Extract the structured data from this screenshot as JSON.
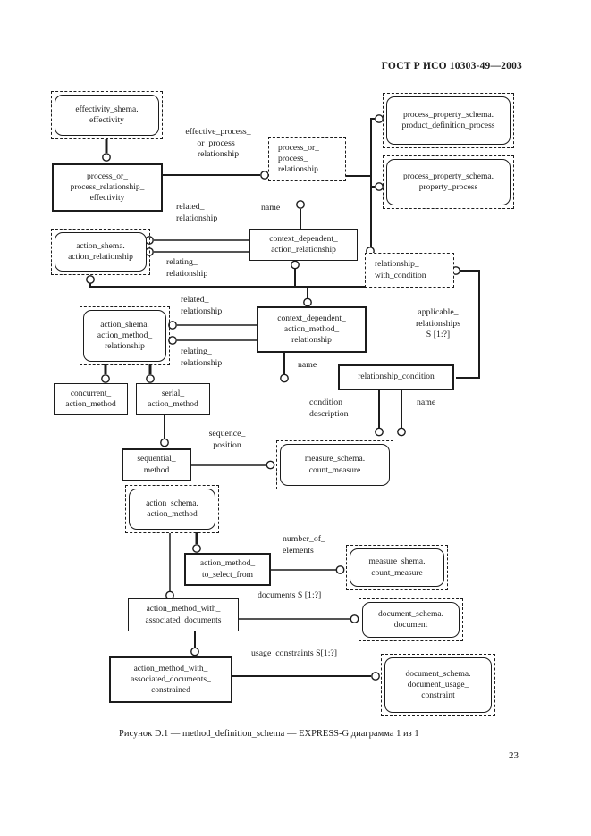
{
  "page": {
    "header": "ГОСТ Р ИСО 10303-49—2003",
    "caption": "Рисунок D.1 — method_definition_schema — EXPRESS-G диаграмма 1 из 1",
    "page_number": "23"
  },
  "colors": {
    "ink": "#1c1c1c",
    "background": "#ffffff"
  },
  "diagram": {
    "nodes": [
      {
        "id": "effectivity",
        "type": "schema-ref",
        "label": "effectivity_shema.\neffectivity"
      },
      {
        "id": "product_definition_process",
        "type": "schema-ref",
        "label": "process_property_schema.\nproduct_definition_process"
      },
      {
        "id": "property_process",
        "type": "schema-ref",
        "label": "process_property_schema.\nproperty_process"
      },
      {
        "id": "process_or_process_relationship",
        "type": "page-ref",
        "label": "process_or_\nprocess_\nrelationship"
      },
      {
        "id": "process_or_process_relationship_effectivity",
        "type": "entity",
        "label": "process_or_\nprocess_relationship_\neffectivity"
      },
      {
        "id": "action_relationship",
        "type": "schema-ref",
        "label": "action_shema.\naction_relationship"
      },
      {
        "id": "context_dependent_action_relationship",
        "type": "entity",
        "label": "context_dependent_\naction_relationship"
      },
      {
        "id": "relationship_with_condition",
        "type": "page-ref",
        "label": "relationship_\nwith_condition"
      },
      {
        "id": "action_method_relationship",
        "type": "schema-ref",
        "label": "action_shema.\naction_method_\nrelationship"
      },
      {
        "id": "context_dependent_action_method_relationship",
        "type": "entity",
        "label": "context_dependent_\naction_method_\nrelationship"
      },
      {
        "id": "relationship_condition",
        "type": "entity",
        "label": "relationship_condition"
      },
      {
        "id": "concurrent_action_method",
        "type": "entity",
        "label": "concurrent_\naction_method"
      },
      {
        "id": "serial_action_method",
        "type": "entity",
        "label": "serial_\naction_method"
      },
      {
        "id": "sequential_method",
        "type": "entity",
        "label": "sequential_\nmethod"
      },
      {
        "id": "measure_count_measure_1",
        "type": "schema-ref",
        "label": "measure_schema.\ncount_measure"
      },
      {
        "id": "action_method",
        "type": "schema-ref",
        "label": "action_schema.\naction_method"
      },
      {
        "id": "action_method_to_select_from",
        "type": "entity",
        "label": "action_method_\nto_select_from"
      },
      {
        "id": "measure_count_measure_2",
        "type": "schema-ref",
        "label": "measure_shema.\ncount_measure"
      },
      {
        "id": "action_method_with_associated_documents",
        "type": "entity",
        "label": "action_method_with_\nassociated_documents"
      },
      {
        "id": "document",
        "type": "schema-ref",
        "label": "document_schema.\ndocument"
      },
      {
        "id": "action_method_with_associated_documents_constrained",
        "type": "entity",
        "label": "action_method_with_\nassociated_documents_\nconstrained"
      },
      {
        "id": "document_usage_constraint",
        "type": "schema-ref",
        "label": "document_schema.\ndocument_usage_\nconstraint"
      }
    ],
    "edge_labels": [
      {
        "id": "effective_process_or_process_relationship",
        "text": "effective_process_\nor_process_\nrelationship"
      },
      {
        "id": "related_relationship_1",
        "text": "related_\nrelationship"
      },
      {
        "id": "name_1",
        "text": "name"
      },
      {
        "id": "relating_relationship_1",
        "text": "relating_\nrelationship"
      },
      {
        "id": "related_relationship_2",
        "text": "related_\nrelationship"
      },
      {
        "id": "relating_relationship_2",
        "text": "relating_\nrelationship"
      },
      {
        "id": "name_2",
        "text": "name"
      },
      {
        "id": "applicable_relationships",
        "text": "applicable_\nrelationships\nS [1:?]"
      },
      {
        "id": "condition_description",
        "text": "condition_\ndescription"
      },
      {
        "id": "name_3",
        "text": "name"
      },
      {
        "id": "sequence_position",
        "text": "sequence_\nposition"
      },
      {
        "id": "number_of_elements",
        "text": "number_of_\nelements"
      },
      {
        "id": "documents",
        "text": "documents S [1:?]"
      },
      {
        "id": "usage_constraints",
        "text": "usage_constraints S[1:?]"
      }
    ]
  }
}
